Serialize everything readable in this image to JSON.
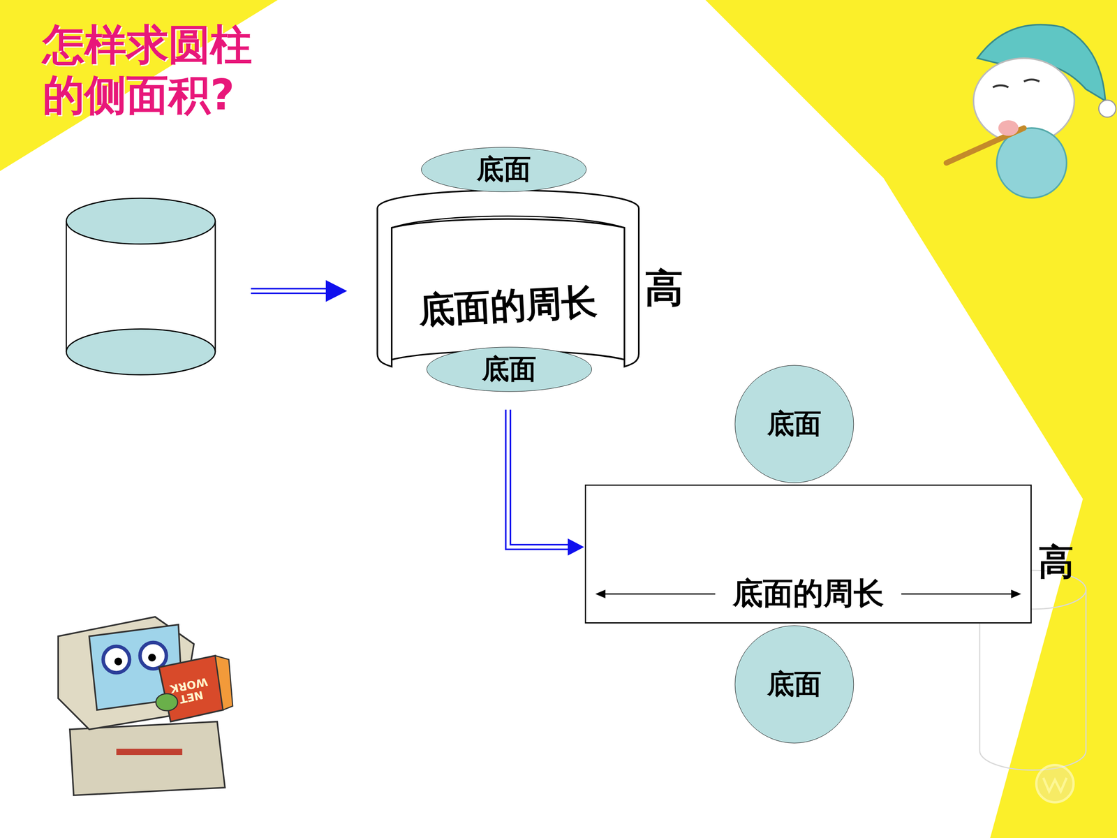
{
  "diagram": {
    "title": "怎样求圆柱 的侧面积?",
    "nodes": [
      {
        "text": [
          "底面"
        ]
      },
      {
        "text": [
          "底面的周长",
          "高"
        ]
      },
      {
        "text": [
          "底面"
        ]
      },
      {
        "text": [
          "底面"
        ]
      },
      {
        "text": [
          "底面的周长",
          "高"
        ]
      },
      {
        "text": [
          "底面"
        ]
      }
    ],
    "edges": [
      {
        "from": 1,
        "to": 4,
        "arrow": "to"
      }
    ],
    "labels": [
      "NET WORK"
    ]
  }
}
